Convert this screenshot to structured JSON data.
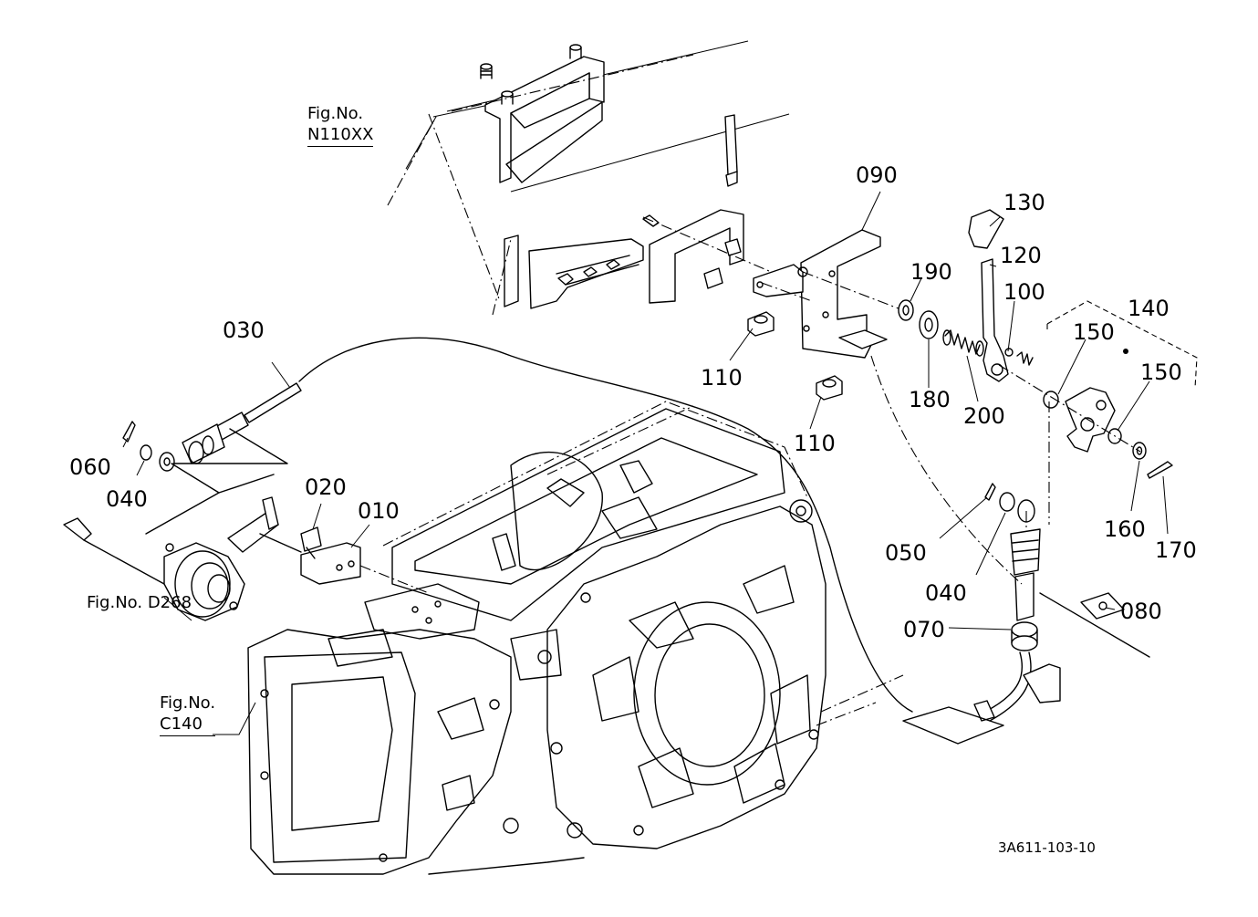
{
  "diagram": {
    "part_labels": [
      "010",
      "020",
      "030",
      "040",
      "040",
      "050",
      "060",
      "070",
      "080",
      "090",
      "100",
      "110",
      "110",
      "120",
      "130",
      "140",
      "150",
      "150",
      "160",
      "170",
      "180",
      "190",
      "200"
    ],
    "figure_refs": [
      {
        "prefix": "Fig.No.",
        "number": "N110XX"
      },
      {
        "prefix": "Fig.No.",
        "number": "D268"
      },
      {
        "prefix": "Fig.No.",
        "number": "C140"
      }
    ],
    "drawing_id": "3A611-103-10"
  }
}
